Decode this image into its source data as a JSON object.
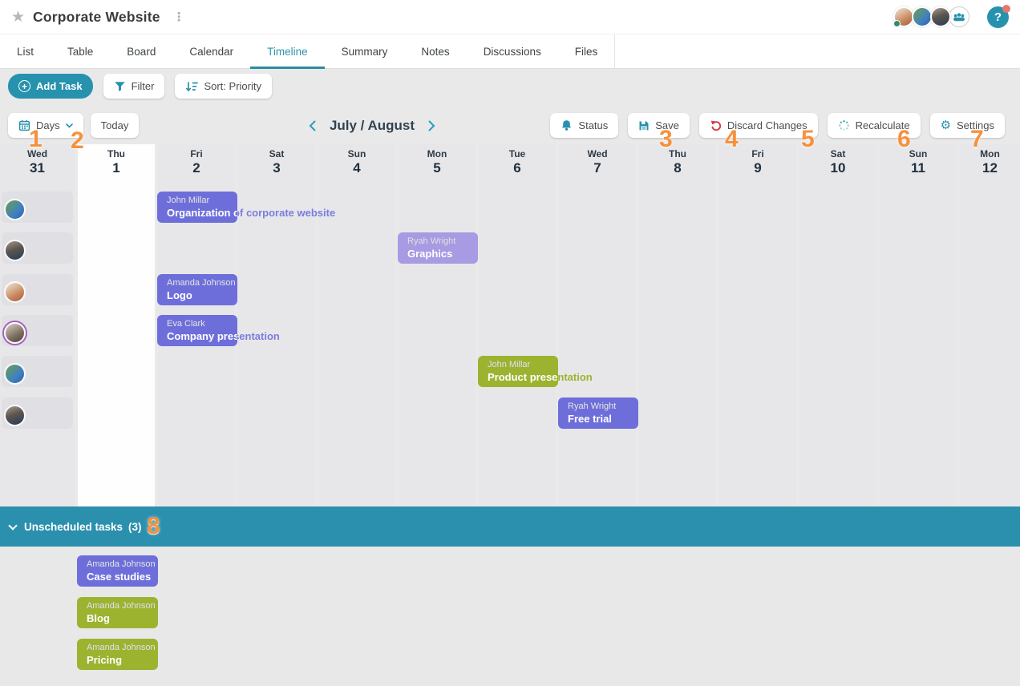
{
  "page": {
    "title": "Corporate Website"
  },
  "tabs": [
    {
      "label": "List"
    },
    {
      "label": "Table"
    },
    {
      "label": "Board"
    },
    {
      "label": "Calendar"
    },
    {
      "label": "Timeline",
      "active": true
    },
    {
      "label": "Summary"
    },
    {
      "label": "Notes"
    },
    {
      "label": "Discussions"
    },
    {
      "label": "Files"
    }
  ],
  "toolbar": {
    "add_task": "Add Task",
    "filter": "Filter",
    "sort": "Sort: Priority"
  },
  "controls": {
    "scale": "Days",
    "today": "Today",
    "period": "July / August",
    "actions": [
      {
        "label": "Status",
        "icon": "bell-icon"
      },
      {
        "label": "Save",
        "icon": "floppy-icon"
      },
      {
        "label": "Discard Changes",
        "icon": "undo-icon"
      },
      {
        "label": "Recalculate",
        "icon": "dotted-spinner-icon"
      },
      {
        "label": "Settings",
        "icon": "gear-icon"
      }
    ]
  },
  "calendar": {
    "days": [
      {
        "dow": "Wed",
        "num": "31"
      },
      {
        "dow": "Thu",
        "num": "1",
        "today": true
      },
      {
        "dow": "Fri",
        "num": "2"
      },
      {
        "dow": "Sat",
        "num": "3"
      },
      {
        "dow": "Sun",
        "num": "4"
      },
      {
        "dow": "Mon",
        "num": "5"
      },
      {
        "dow": "Tue",
        "num": "6"
      },
      {
        "dow": "Wed",
        "num": "7"
      },
      {
        "dow": "Thu",
        "num": "8"
      },
      {
        "dow": "Fri",
        "num": "9"
      },
      {
        "dow": "Sat",
        "num": "10"
      },
      {
        "dow": "Sun",
        "num": "11"
      },
      {
        "dow": "Mon",
        "num": "12"
      }
    ]
  },
  "tasks": [
    {
      "assignee": "John Millar",
      "title": "Organization of corporate website",
      "color": "#6e6edb",
      "overflow_color": "#7c7ce0"
    },
    {
      "assignee": "Ryah Wright",
      "title": "Graphics",
      "color": "#a89ae3",
      "overflow_color": "#a89ae3"
    },
    {
      "assignee": "Amanda Johnson",
      "title": "Logo",
      "color": "#6e6edb",
      "overflow_color": "#7c7ce0"
    },
    {
      "assignee": "Eva Clark",
      "title": "Company presentation",
      "color": "#6e6edb",
      "overflow_color": "#7c7ce0"
    },
    {
      "assignee": "John Millar",
      "title": "Product presentation",
      "color": "#9cb330",
      "overflow_color": "#9cb330"
    },
    {
      "assignee": "Ryah Wright",
      "title": "Free trial",
      "color": "#6e6edb",
      "overflow_color": "#7c7ce0"
    }
  ],
  "unscheduled": {
    "label": "Unscheduled tasks",
    "count": "(3)",
    "tasks": [
      {
        "assignee": "Amanda Johnson",
        "title": "Case studies",
        "color": "#6e6edb",
        "overflow_color": "#7c7ce0"
      },
      {
        "assignee": "Amanda Johnson",
        "title": "Blog",
        "color": "#9cb330",
        "overflow_color": "#9cb330"
      },
      {
        "assignee": "Amanda Johnson",
        "title": "Pricing",
        "color": "#9cb330",
        "overflow_color": "#9cb330"
      }
    ]
  },
  "annotations": [
    "1",
    "2",
    "3",
    "4",
    "5",
    "6",
    "7",
    "8"
  ],
  "colors": {
    "accent": "#2792ae",
    "tab_active": "#2d96ac",
    "unscheduled_bar": "#2b90ad",
    "annotation": "#f6913c",
    "discard_red": "#d63a45",
    "task_purple": "#6e6edb",
    "task_purple_light": "#a89ae3",
    "task_green": "#9cb330",
    "page_bg": "#e9e9ea"
  }
}
